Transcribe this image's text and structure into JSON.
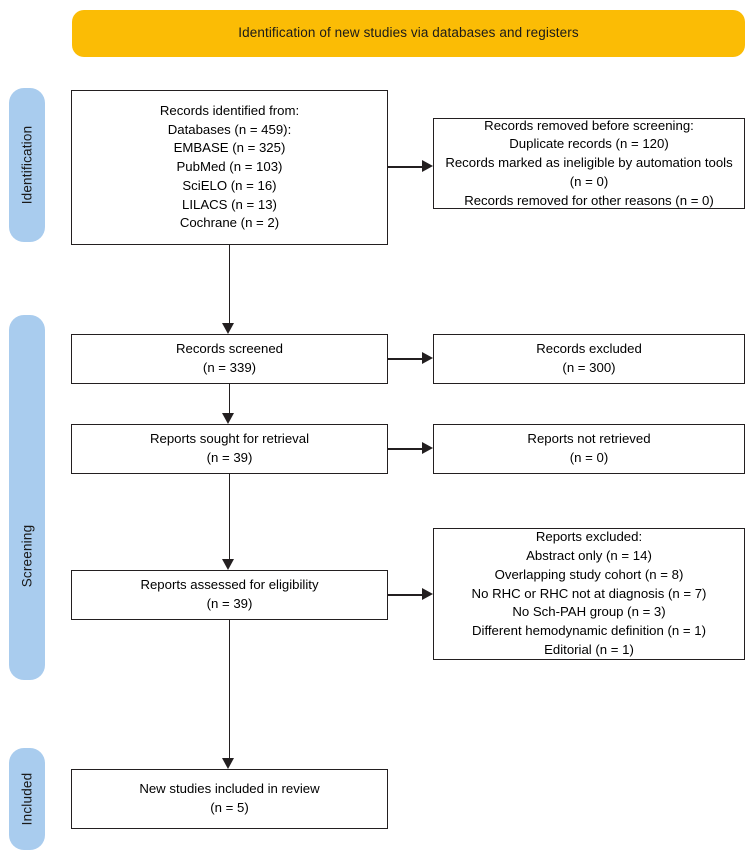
{
  "banner": {
    "title": "Identification of new studies via databases and registers",
    "color": "#FBBC05"
  },
  "stages": {
    "identification": "Identification",
    "screening": "Screening",
    "included": "Included",
    "color": "#A9CCEE"
  },
  "boxes": {
    "identified": "Records identified from:\nDatabases (n = 459):\nEMBASE (n = 325)\nPubMed (n = 103)\nSciELO (n = 16)\nLILACS (n = 13)\nCochrane (n = 2)",
    "removed": "Records removed before screening:\nDuplicate records (n = 120)\nRecords marked as ineligible by automation tools (n = 0)\nRecords removed for other reasons (n = 0)",
    "screened": "Records screened\n(n = 339)",
    "excluded": "Records excluded\n(n = 300)",
    "sought": "Reports sought for retrieval\n(n = 39)",
    "not_retrieved": "Reports not retrieved\n(n = 0)",
    "eligibility": "Reports assessed for eligibility\n(n = 39)",
    "reports_excluded": "Reports excluded:\nAbstract only (n = 14)\nOverlapping study cohort (n = 8)\nNo RHC or RHC not at diagnosis (n = 7)\nNo Sch-PAH group (n = 3)\nDifferent hemodynamic definition (n = 1)\nEditorial (n = 1)",
    "included_final": "New studies included in review\n(n = 5)"
  },
  "chart_data": {
    "type": "diagram",
    "title": "Identification of new studies via databases and registers",
    "nodes": [
      {
        "id": "identified",
        "stage": "Identification",
        "label": "Records identified from: Databases",
        "n": 459,
        "breakdown": [
          {
            "source": "EMBASE",
            "n": 325
          },
          {
            "source": "PubMed",
            "n": 103
          },
          {
            "source": "SciELO",
            "n": 16
          },
          {
            "source": "LILACS",
            "n": 13
          },
          {
            "source": "Cochrane",
            "n": 2
          }
        ]
      },
      {
        "id": "removed",
        "stage": "Identification",
        "label": "Records removed before screening",
        "breakdown": [
          {
            "reason": "Duplicate records",
            "n": 120
          },
          {
            "reason": "Records marked as ineligible by automation tools",
            "n": 0
          },
          {
            "reason": "Records removed for other reasons",
            "n": 0
          }
        ]
      },
      {
        "id": "screened",
        "stage": "Screening",
        "label": "Records screened",
        "n": 339
      },
      {
        "id": "excluded",
        "stage": "Screening",
        "label": "Records excluded",
        "n": 300
      },
      {
        "id": "sought",
        "stage": "Screening",
        "label": "Reports sought for retrieval",
        "n": 39
      },
      {
        "id": "not_retrieved",
        "stage": "Screening",
        "label": "Reports not retrieved",
        "n": 0
      },
      {
        "id": "eligibility",
        "stage": "Screening",
        "label": "Reports assessed for eligibility",
        "n": 39
      },
      {
        "id": "reports_excluded",
        "stage": "Screening",
        "label": "Reports excluded",
        "breakdown": [
          {
            "reason": "Abstract only",
            "n": 14
          },
          {
            "reason": "Overlapping study cohort",
            "n": 8
          },
          {
            "reason": "No RHC or RHC not at diagnosis",
            "n": 7
          },
          {
            "reason": "No Sch-PAH group",
            "n": 3
          },
          {
            "reason": "Different hemodynamic definition",
            "n": 1
          },
          {
            "reason": "Editorial",
            "n": 1
          }
        ]
      },
      {
        "id": "included_final",
        "stage": "Included",
        "label": "New studies included in review",
        "n": 5
      }
    ],
    "edges": [
      {
        "from": "identified",
        "to": "removed",
        "direction": "right"
      },
      {
        "from": "identified",
        "to": "screened",
        "direction": "down"
      },
      {
        "from": "screened",
        "to": "excluded",
        "direction": "right"
      },
      {
        "from": "screened",
        "to": "sought",
        "direction": "down"
      },
      {
        "from": "sought",
        "to": "not_retrieved",
        "direction": "right"
      },
      {
        "from": "sought",
        "to": "eligibility",
        "direction": "down"
      },
      {
        "from": "eligibility",
        "to": "reports_excluded",
        "direction": "right"
      },
      {
        "from": "eligibility",
        "to": "included_final",
        "direction": "down"
      }
    ]
  }
}
